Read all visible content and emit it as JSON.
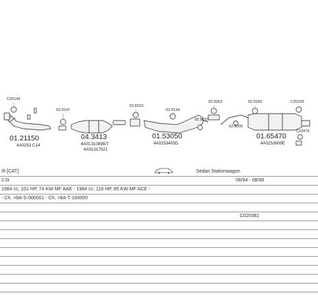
{
  "parts": {
    "downpipe": {
      "code": "01.21150",
      "ref": "4A0253 C14",
      "clip": "C20146"
    },
    "catalyst": {
      "code": "04.3413",
      "ref1": "4A01310898/7",
      "ref2": "4A01317021",
      "clamp": "02.9147"
    },
    "clamp_mid": {
      "code": "02.8153"
    },
    "middle_silencer": {
      "code": "01.53050",
      "ref": "4A0253405D",
      "c1": "02.9134",
      "c2": "02.9033"
    },
    "rear_silencer": {
      "code": "01.65470",
      "ref": "4A0253609E",
      "c1": "02.9263",
      "c2": "02.9183",
      "c3": "02.9205",
      "c4": "C20106",
      "c5": "C23975"
    }
  },
  "vehicle": {
    "model": "/6 [CAT]",
    "body": "Sedan Stationwagon",
    "engine": "2.0i",
    "years": "08/94 - 08/98",
    "spec": "1984 cc, 101 HP, 74 KW MF AAE - 1984 cc, 116 HP, 85 KW MF ACE -",
    "chassis": "- Ch. >8A-S-000001 - Ch. >8A-T-160000",
    "catalogue": "C020382"
  },
  "colors": {
    "line": "#4a4a4a",
    "fill": "#f2f2f2",
    "rule": "#9a9a9a"
  }
}
